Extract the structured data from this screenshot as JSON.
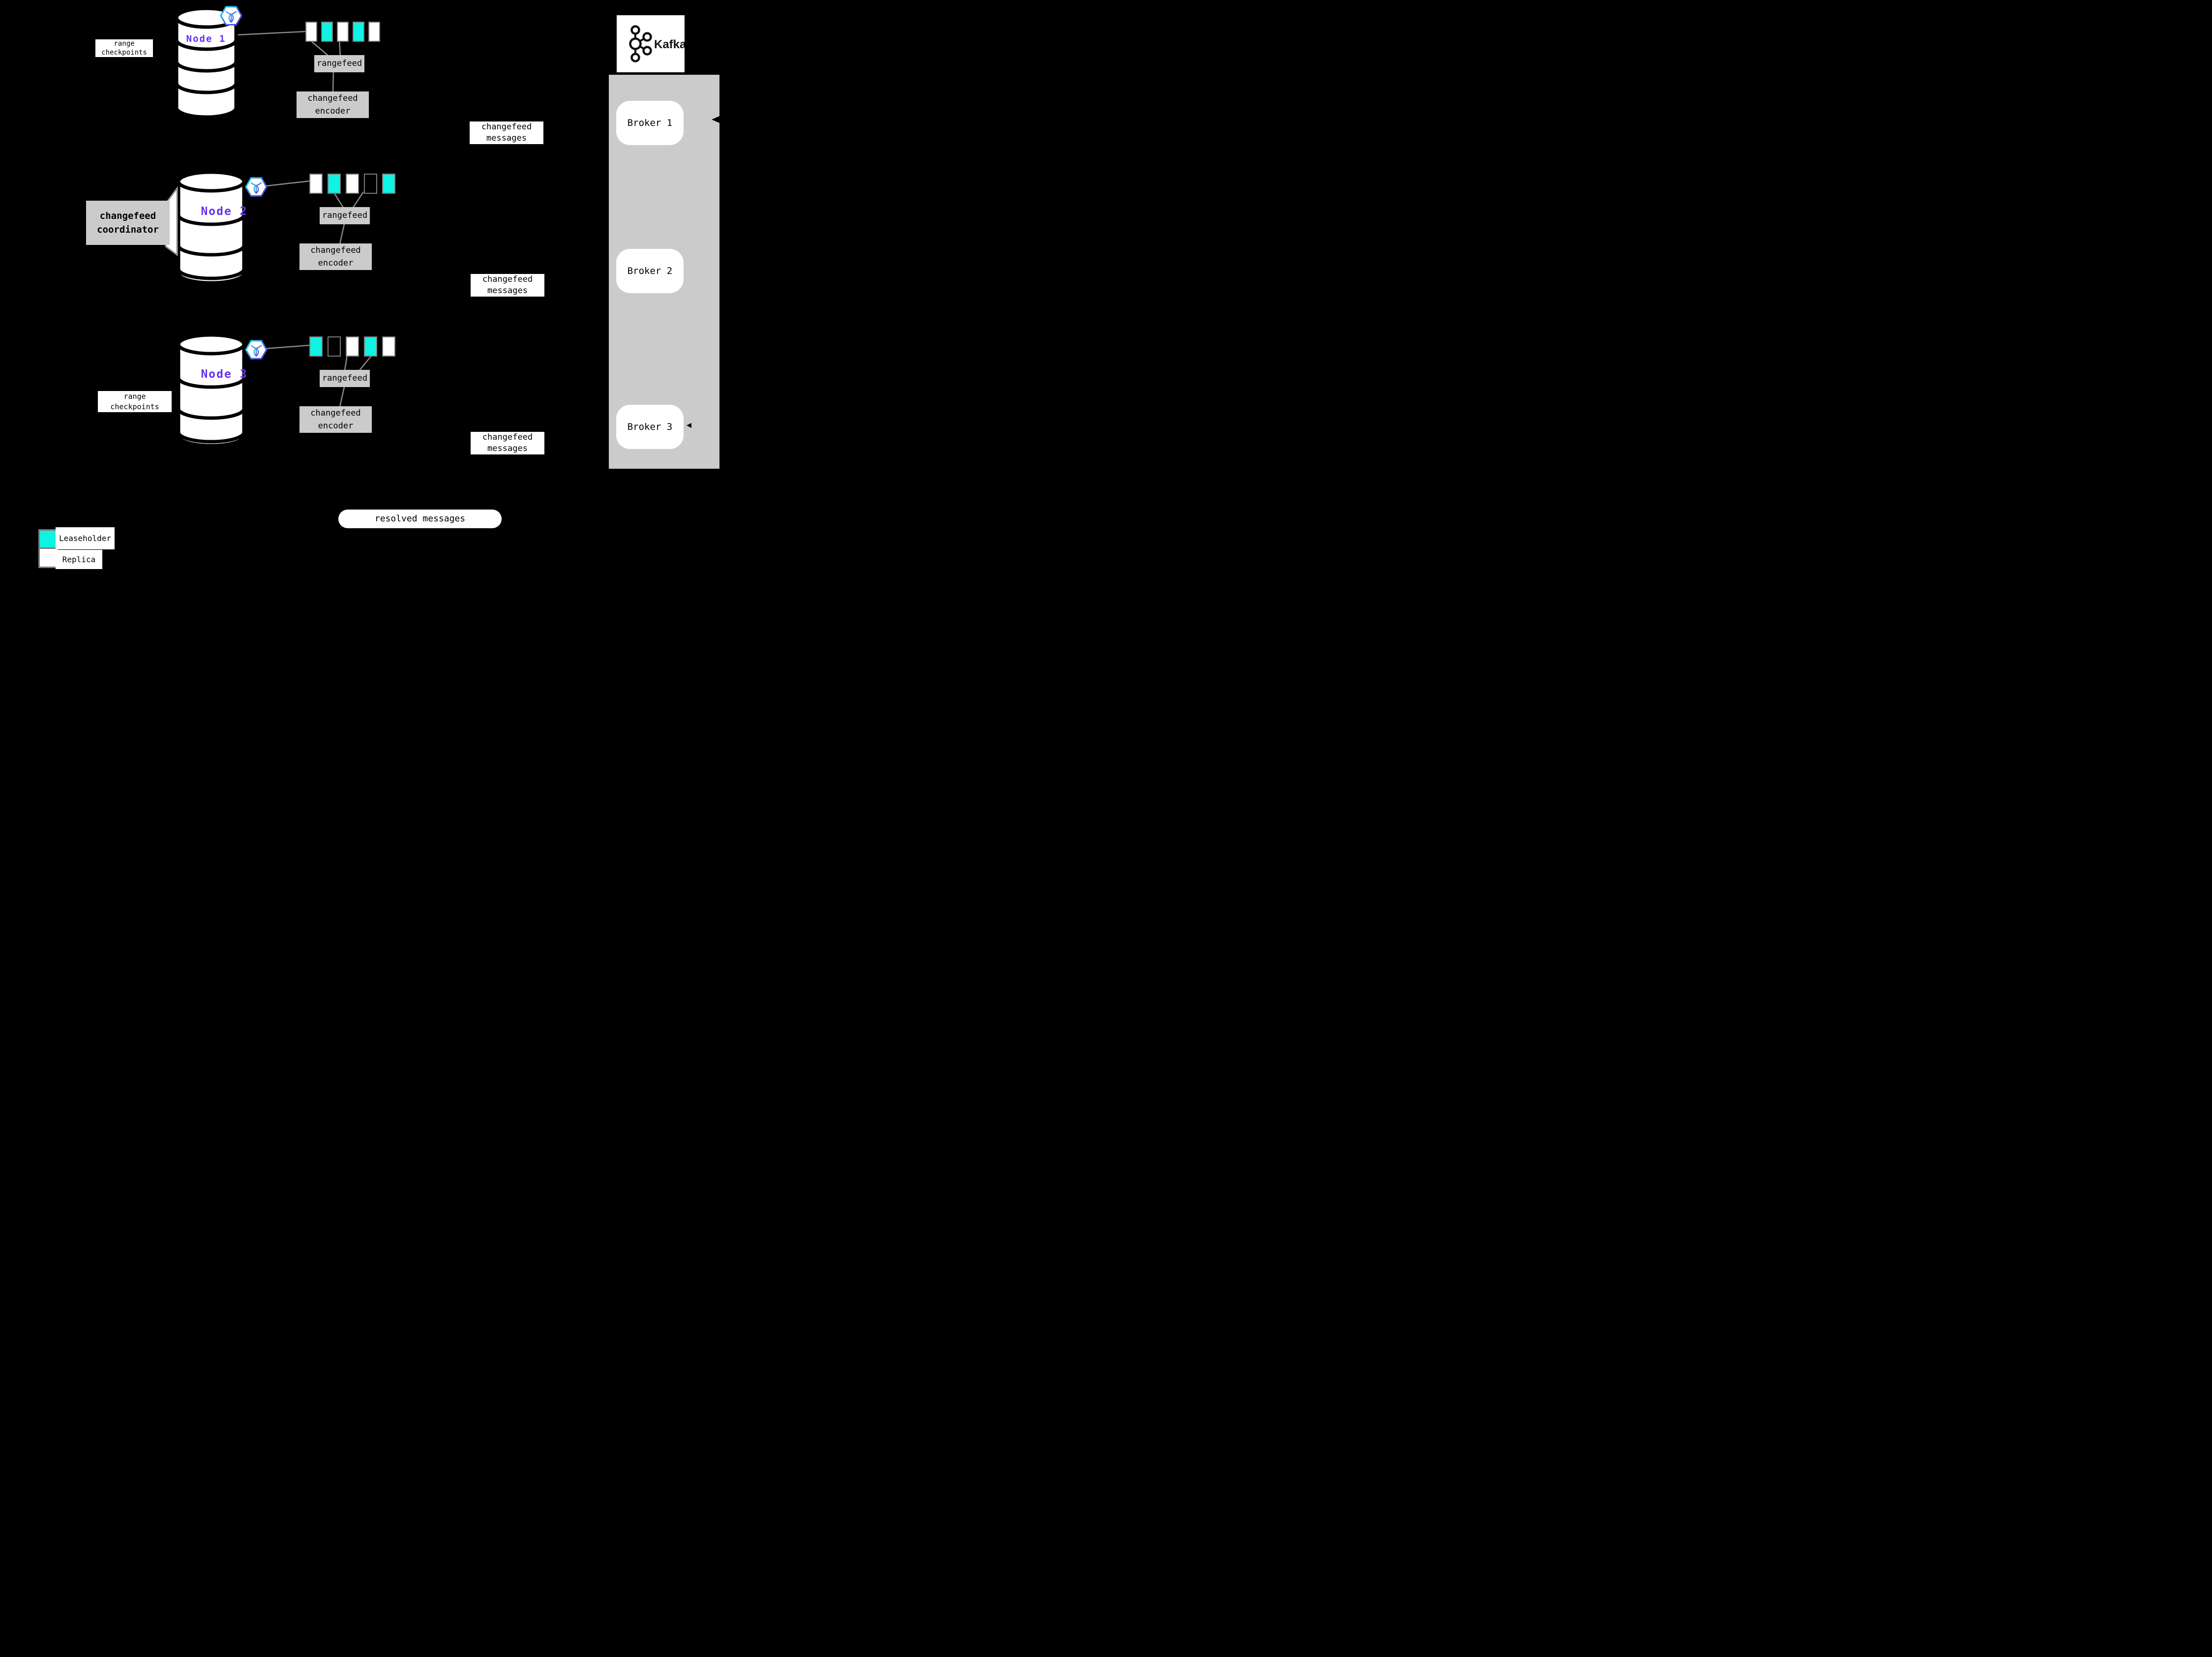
{
  "colors": {
    "background": "#000000",
    "leaseholder": "#0FF3E3",
    "replica": "#FFFFFF",
    "gray_box": "#CBCBCB",
    "range_border": "#7C7C7C",
    "line": "#8A8A8A",
    "node_label": "#6531EE"
  },
  "nodes": [
    {
      "name": "Node 1",
      "ranges": [
        "replica",
        "leaseholder",
        "replica",
        "leaseholder",
        "replica"
      ]
    },
    {
      "name": "Node 2",
      "ranges": [
        "replica",
        "leaseholder",
        "replica",
        "replica_outline",
        "leaseholder"
      ]
    },
    {
      "name": "Node 3",
      "ranges": [
        "leaseholder",
        "replica_outline",
        "replica",
        "leaseholder",
        "replica"
      ]
    }
  ],
  "labels": {
    "range_checkpoints_line1": "range",
    "range_checkpoints_line2": "checkpoints",
    "rangefeed": "rangefeed",
    "encoder_line1": "changefeed",
    "encoder_line2": "encoder",
    "messages_line1": "changefeed",
    "messages_line2": "messages",
    "coordinator_line1": "changefeed",
    "coordinator_line2": "coordinator",
    "resolved_messages": "resolved messages"
  },
  "kafka": {
    "brand": "Kafka",
    "brokers": [
      "Broker 1",
      "Broker 2",
      "Broker 3"
    ]
  },
  "legend": {
    "leaseholder": "Leaseholder",
    "replica": "Replica"
  },
  "icons": {
    "node_badge": "cockroachdb-logo-icon",
    "kafka_mark": "kafka-logo-icon"
  }
}
